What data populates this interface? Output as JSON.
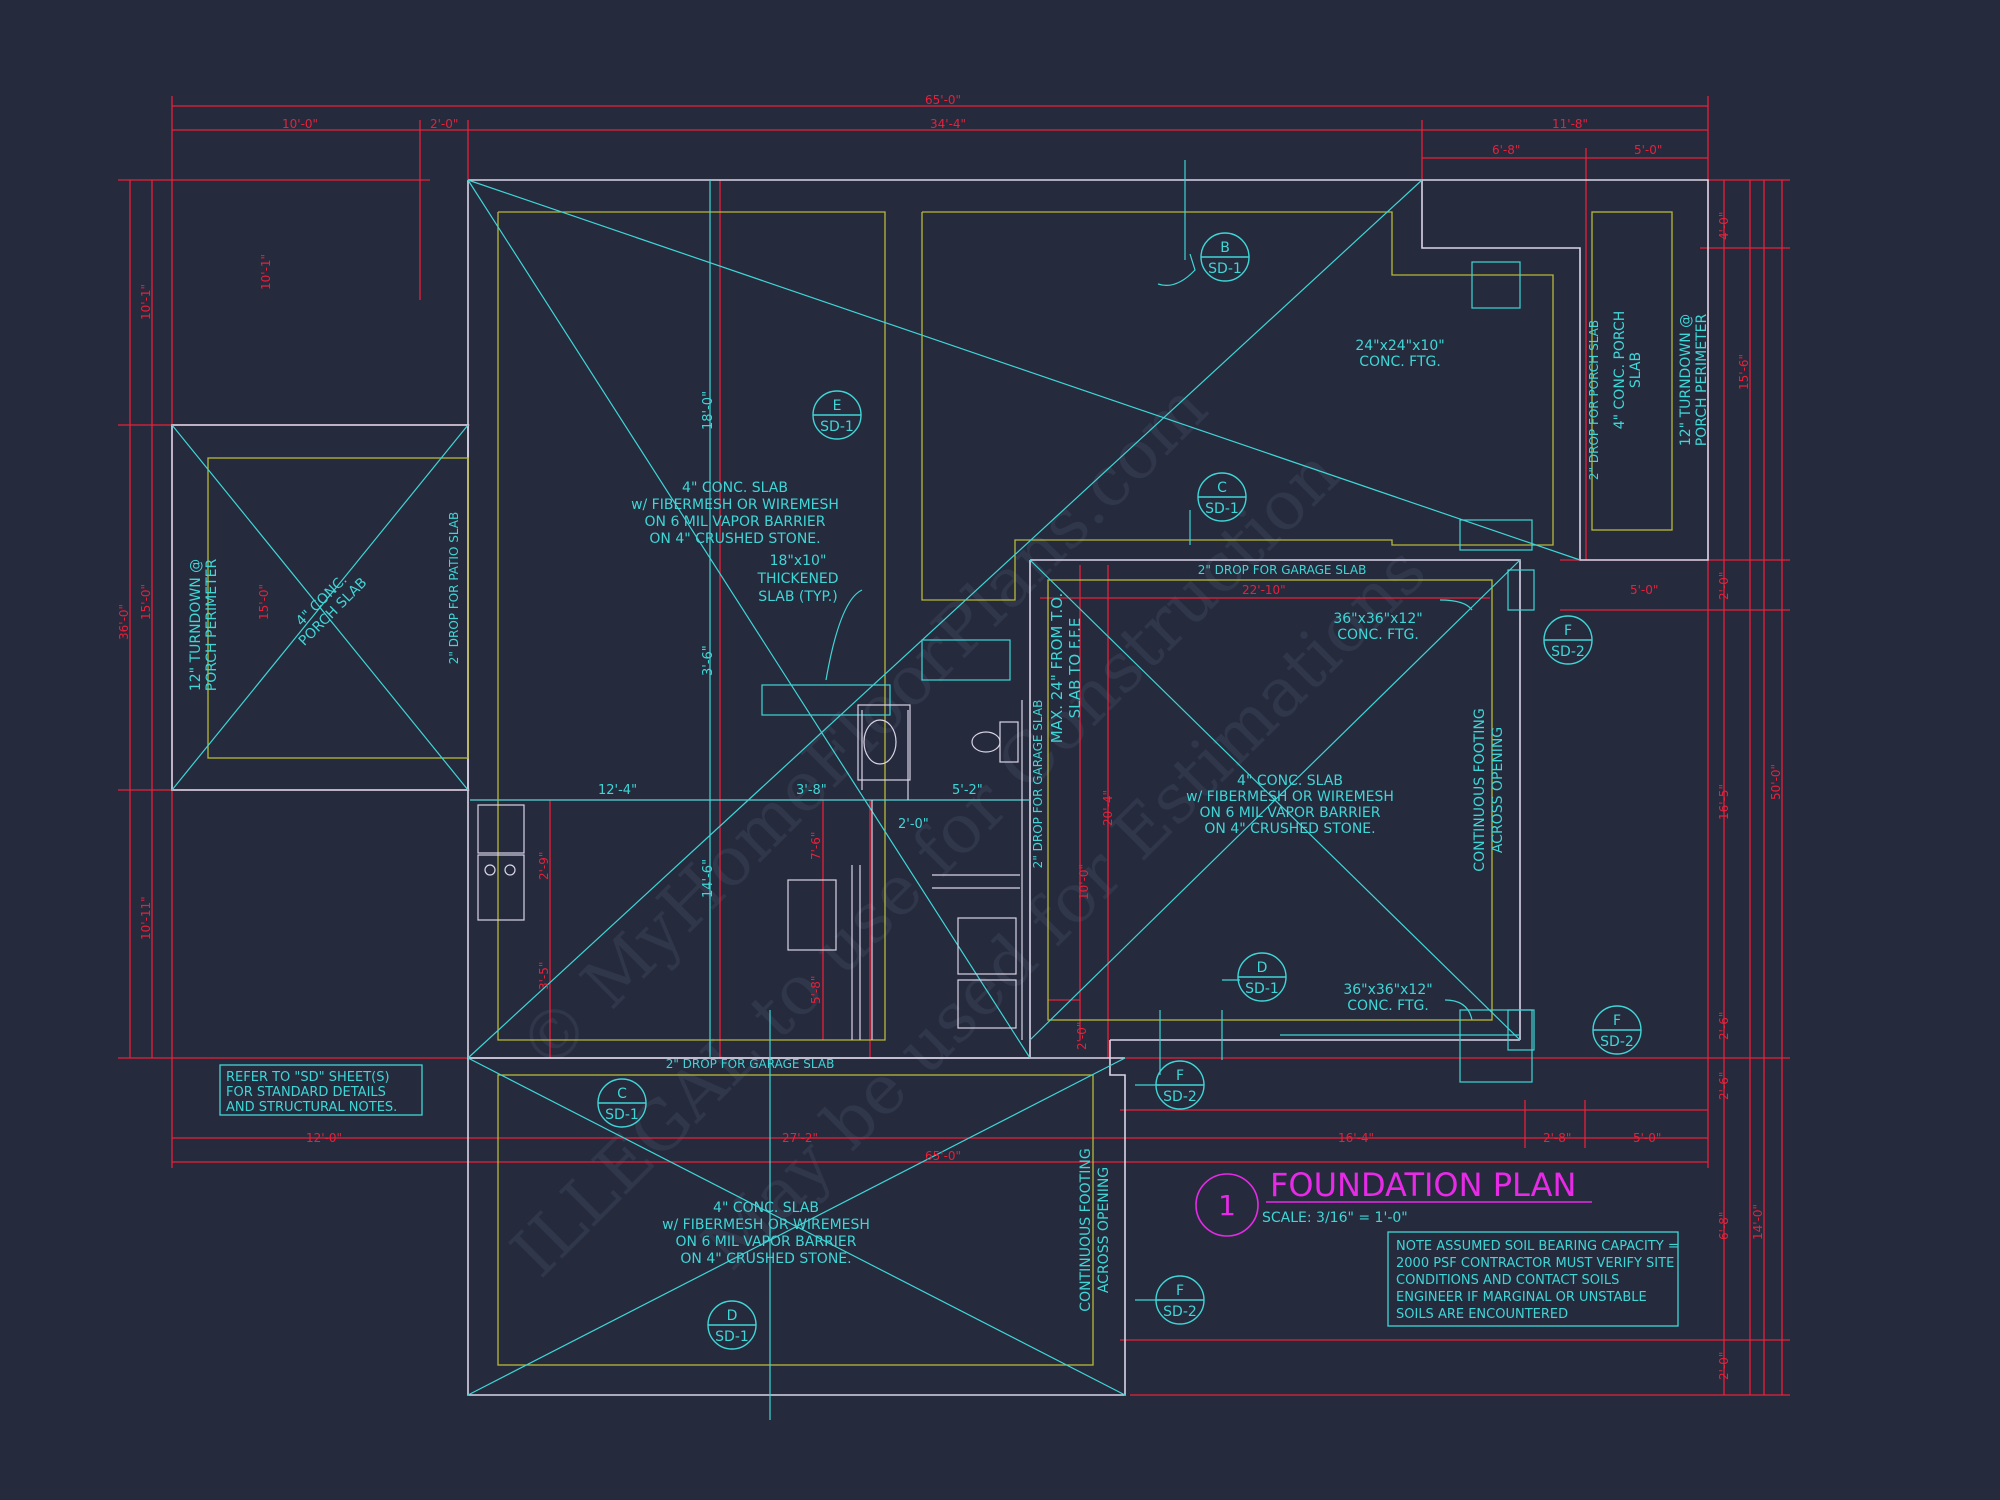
{
  "colors": {
    "background": "#252a3d",
    "dimension": "#e8203a",
    "annotation": "#3fd6d6",
    "wall": "#d9d4e6",
    "slab_edge": "#b8b83a",
    "title": "#e62ae6",
    "watermark": "#3c4256"
  },
  "title_block": {
    "number": "1",
    "title": "FOUNDATION PLAN",
    "scale": "SCALE: 3/16\" = 1'-0\""
  },
  "notes": {
    "refer_line1": "REFER TO \"SD\" SHEET(S)",
    "refer_line2": "FOR STANDARD DETAILS",
    "refer_line3": "AND STRUCTURAL NOTES.",
    "soil_line1": "NOTE ASSUMED SOIL BEARING CAPACITY =",
    "soil_line2": "2000 PSF CONTRACTOR MUST VERIFY SITE",
    "soil_line3": "CONDITIONS AND CONTACT SOILS",
    "soil_line4": "ENGINEER IF MARGINAL OR UNSTABLE",
    "soil_line5": "SOILS ARE ENCOUNTERED"
  },
  "slab_notes": {
    "main_line1": "4\" CONC. SLAB",
    "main_line2": "w/ FIBERMESH OR WIREMESH",
    "main_line3": "ON 6 MIL VAPOR BARRIER",
    "main_line4": "ON 4\" CRUSHED STONE.",
    "thick_line1": "18\"x10\"",
    "thick_line2": "THICKENED",
    "thick_line3": "SLAB (TYP.)",
    "ftg24_line1": "24\"x24\"x10\"",
    "ftg24_line2": "CONC. FTG.",
    "ftg36_line1": "36\"x36\"x12\"",
    "ftg36_line2": "CONC. FTG.",
    "porch_slab_line1": "4\" CONC.",
    "porch_slab_line2": "PORCH SLAB",
    "turndown_line1": "12\" TURNDOWN @",
    "turndown_line2": "PORCH PERIMETER",
    "drop_patio": "2\" DROP FOR PATIO SLAB",
    "drop_garage": "2\" DROP FOR GARAGE SLAB",
    "drop_porch": "2\" DROP FOR PORCH SLAB",
    "max24_line1": "MAX. 24\" FROM T.O.",
    "max24_line2": "SLAB TO F.F.E",
    "cont_line1": "CONTINUOUS FOOTING",
    "cont_line2": "ACROSS OPENING",
    "right_porch_line1": "4\" CONC. PORCH",
    "right_porch_line2": "SLAB"
  },
  "section_tags": {
    "b_top": "B",
    "b_bot": "SD-1",
    "e_top": "E",
    "e_bot": "SD-1",
    "c_top": "C",
    "c_bot": "SD-1",
    "d_top": "D",
    "d_bot": "SD-1",
    "f_top": "F",
    "f_bot": "SD-2"
  },
  "dims": {
    "overall": "65'-0\"",
    "top_10": "10'-0\"",
    "top_2": "2'-0\"",
    "top_34": "34'-4\"",
    "top_11": "11'-8\"",
    "top_6": "6'-8\"",
    "top_5": "5'-0\"",
    "bot_12": "12'-0\"",
    "bot_27": "27'-2\"",
    "bot_16": "16'-4\"",
    "bot_2": "2'-8\"",
    "bot_5": "5'-0\"",
    "left_36": "36'-0\"",
    "left_10a": "10'-1\"",
    "left_15": "15'-0\"",
    "left_10b": "10'-11\"",
    "right_50": "50'-0\"",
    "right_4": "4'-0\"",
    "right_15": "15'-6\"",
    "right_14": "14'-0\"",
    "right_16": "16'-5\"",
    "right_2a": "2'-0\"",
    "right_2b": "2'-6\"",
    "right_6": "6'-8\"",
    "int_18": "18'-0\"",
    "int_3_6": "3'-6\"",
    "int_14_6": "14'-6\"",
    "int_12_4": "12'-4\"",
    "int_3_8": "3'-8\"",
    "int_5_2": "5'-2\"",
    "int_2_0": "2'-0\"",
    "int_22": "22'-10\"",
    "int_20": "20'-4\"",
    "int_7": "7'-6\"",
    "int_2_9": "2'-9\"",
    "int_3_5": "3'-5\"",
    "int_10": "10'-0\"",
    "int_5_8": "5'-8\""
  },
  "watermark": {
    "line1": "© MyHomeFloorPlans.com",
    "line2": "ILLEGAL to use for Construction",
    "line3": "May be used for Estimations"
  }
}
